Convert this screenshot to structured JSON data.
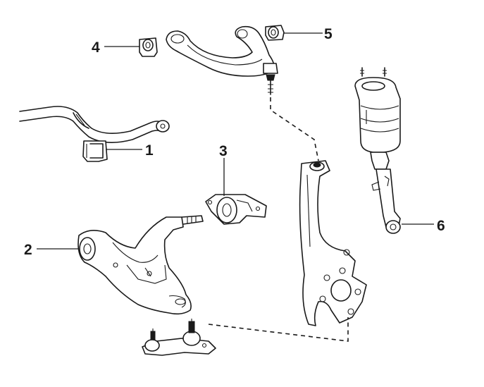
{
  "callouts": [
    {
      "id": "stabilizer-bushing",
      "label": "1"
    },
    {
      "id": "lower-arm-bushing",
      "label": "2"
    },
    {
      "id": "lower-arm-rear-bushing",
      "label": "3"
    },
    {
      "id": "upper-arm-front-bushing",
      "label": "4"
    },
    {
      "id": "upper-arm-rear-bushing",
      "label": "5"
    },
    {
      "id": "air-strut-lower-bushing",
      "label": "6"
    }
  ],
  "colors": {
    "line": "#1a1a1a",
    "background": "#ffffff"
  }
}
